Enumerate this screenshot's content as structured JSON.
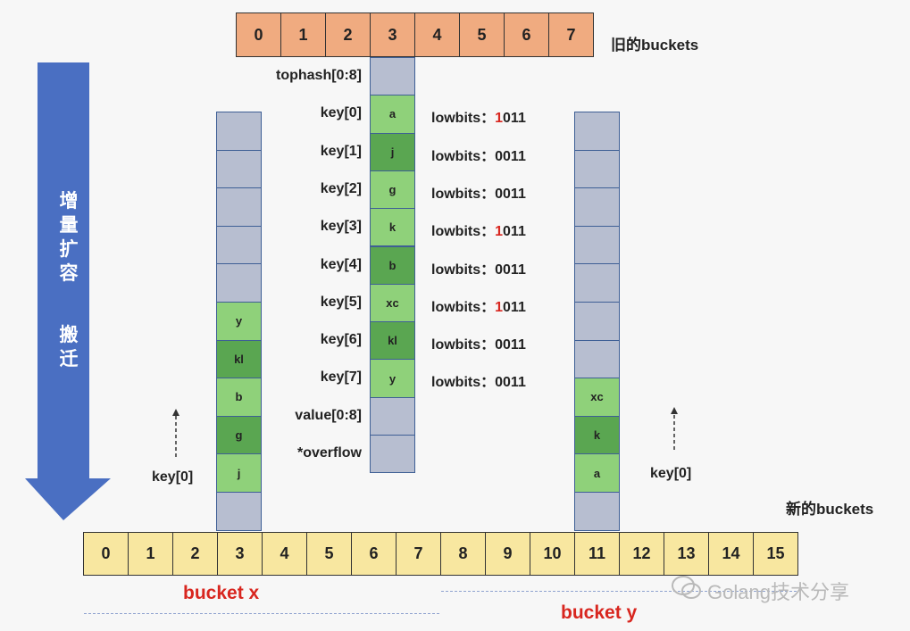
{
  "old_buckets": {
    "indices": [
      "0",
      "1",
      "2",
      "3",
      "4",
      "5",
      "6",
      "7"
    ],
    "label": "旧的buckets"
  },
  "new_buckets": {
    "indices": [
      "0",
      "1",
      "2",
      "3",
      "4",
      "5",
      "6",
      "7",
      "8",
      "9",
      "10",
      "11",
      "12",
      "13",
      "14",
      "15"
    ],
    "label": "新的buckets"
  },
  "arrow": {
    "line1": [
      "增",
      "量",
      "扩",
      "容"
    ],
    "line2": [
      "搬",
      "迁"
    ]
  },
  "old_bucket_rows": [
    {
      "label": "tophash[0:8]",
      "value": "",
      "lowbits_prefix": "",
      "lowbits_bit": "",
      "lowbits_rest": ""
    },
    {
      "label": "key[0]",
      "value": "a",
      "lowbits_prefix": "lowbits：",
      "lowbits_bit": "1",
      "lowbits_rest": "011"
    },
    {
      "label": "key[1]",
      "value": "j",
      "lowbits_prefix": "lowbits：",
      "lowbits_bit": "0",
      "lowbits_rest": "011"
    },
    {
      "label": "key[2]",
      "value": "g",
      "lowbits_prefix": "lowbits：",
      "lowbits_bit": "0",
      "lowbits_rest": "011"
    },
    {
      "label": "key[3]",
      "value": "k",
      "lowbits_prefix": "lowbits：",
      "lowbits_bit": "1",
      "lowbits_rest": "011"
    },
    {
      "label": "key[4]",
      "value": "b",
      "lowbits_prefix": "lowbits：",
      "lowbits_bit": "0",
      "lowbits_rest": "011"
    },
    {
      "label": "key[5]",
      "value": "xc",
      "lowbits_prefix": "lowbits：",
      "lowbits_bit": "1",
      "lowbits_rest": "011"
    },
    {
      "label": "key[6]",
      "value": "kl",
      "lowbits_prefix": "lowbits：",
      "lowbits_bit": "0",
      "lowbits_rest": "011"
    },
    {
      "label": "key[7]",
      "value": "y",
      "lowbits_prefix": "lowbits：",
      "lowbits_bit": "0",
      "lowbits_rest": "011"
    },
    {
      "label": "value[0:8]",
      "value": "",
      "lowbits_prefix": "",
      "lowbits_bit": "",
      "lowbits_rest": ""
    },
    {
      "label": "*overflow",
      "value": "",
      "lowbits_prefix": "",
      "lowbits_bit": "",
      "lowbits_rest": ""
    }
  ],
  "bucket_x": {
    "values": [
      "",
      "",
      "",
      "",
      "",
      "y",
      "kl",
      "b",
      "g",
      "j",
      ""
    ],
    "key_label": "key[0]",
    "label": "bucket x"
  },
  "bucket_y": {
    "values": [
      "",
      "",
      "",
      "",
      "",
      "",
      "",
      "xc",
      "k",
      "a",
      ""
    ],
    "key_label": "key[0]",
    "label": "bucket y"
  },
  "watermark": "Golang技术分享",
  "colors": {
    "old_bucket_fill": "#f0ab80",
    "new_bucket_fill": "#f8e7a0",
    "empty_slot": "#b7bed0",
    "light_green": "#8fd17a",
    "dark_green": "#5aa651",
    "arrow": "#4a6fc2",
    "highlight": "#d8261f"
  }
}
